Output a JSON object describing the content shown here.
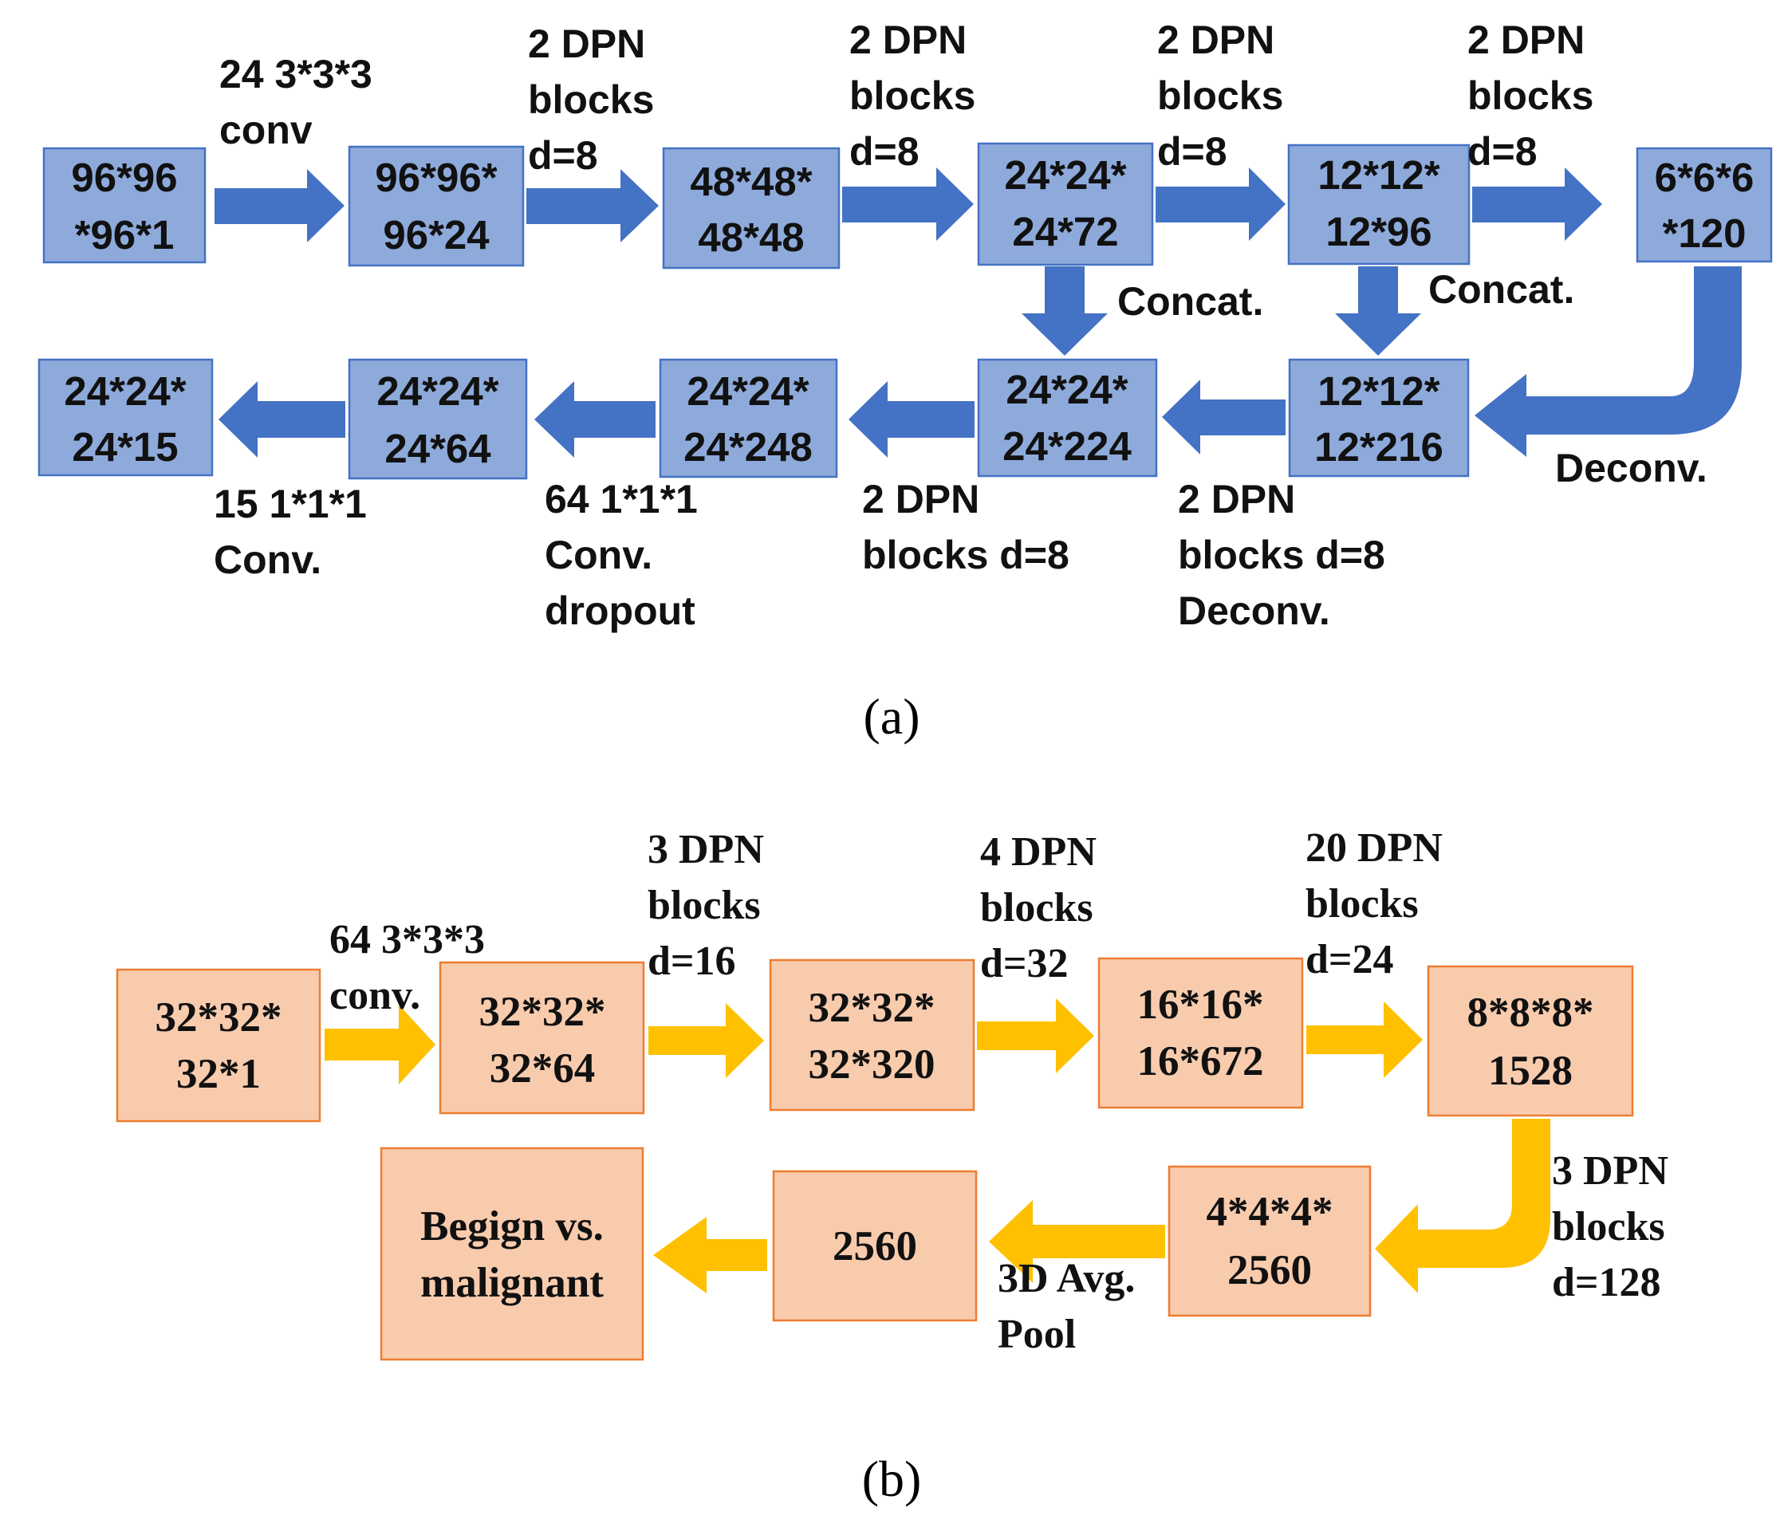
{
  "colors": {
    "panel_a_box_fill": "#8eaadb",
    "panel_a_box_border": "#4472c4",
    "panel_a_arrow": "#4472c4",
    "panel_b_box_fill": "#f8cbad",
    "panel_b_box_border": "#ed7d31",
    "panel_b_arrow": "#ffc000"
  },
  "panel_a": {
    "caption": "(a)",
    "boxes": [
      {
        "line1": "96*96",
        "line2": "*96*1"
      },
      {
        "line1": "96*96*",
        "line2": "96*24"
      },
      {
        "line1": "48*48*",
        "line2": "48*48"
      },
      {
        "line1": "24*24*",
        "line2": "24*72"
      },
      {
        "line1": "12*12*",
        "line2": "12*96"
      },
      {
        "line1": "6*6*6",
        "line2": "*120"
      },
      {
        "line1": "12*12*",
        "line2": "12*216"
      },
      {
        "line1": "24*24*",
        "line2": "24*224"
      },
      {
        "line1": "24*24*",
        "line2": "24*248"
      },
      {
        "line1": "24*24*",
        "line2": "24*64"
      },
      {
        "line1": "24*24*",
        "line2": "24*15"
      }
    ],
    "labels": {
      "conv_l1": "24 3*3*3",
      "conv_l2": "conv",
      "dpn1_l1": "2 DPN",
      "dpn1_l2": "blocks",
      "dpn1_l3": "d=8",
      "dpn2_l1": "2 DPN",
      "dpn2_l2": "blocks",
      "dpn2_l3": "d=8",
      "dpn3_l1": "2 DPN",
      "dpn3_l2": "blocks",
      "dpn3_l3": "d=8",
      "dpn4_l1": "2 DPN",
      "dpn4_l2": "blocks",
      "dpn4_l3": "d=8",
      "concat1": "Concat.",
      "concat2": "Concat.",
      "deconv": "Deconv.",
      "dpn5_l1": "2 DPN",
      "dpn5_l2": "blocks d=8",
      "dpn5_l3": "Deconv.",
      "dpn6_l1": "2 DPN",
      "dpn6_l2": "blocks d=8",
      "conv64_l1": "64 1*1*1",
      "conv64_l2": "Conv.",
      "conv64_l3": "dropout",
      "conv15_l1": "15 1*1*1",
      "conv15_l2": "Conv."
    }
  },
  "panel_b": {
    "caption": "(b)",
    "boxes": [
      {
        "line1": "32*32*",
        "line2": "32*1"
      },
      {
        "line1": "32*32*",
        "line2": "32*64"
      },
      {
        "line1": "32*32*",
        "line2": "32*320"
      },
      {
        "line1": "16*16*",
        "line2": "16*672"
      },
      {
        "line1": "8*8*8*",
        "line2": "1528"
      },
      {
        "line1": "4*4*4*",
        "line2": "2560"
      },
      {
        "line1": "2560",
        "line2": ""
      },
      {
        "line1": "Begign vs.",
        "line2": "malignant"
      }
    ],
    "labels": {
      "conv_l1": "64 3*3*3",
      "conv_l2": "conv.",
      "dpn1_l1": "3 DPN",
      "dpn1_l2": "blocks",
      "dpn1_l3": "d=16",
      "dpn2_l1": "4 DPN",
      "dpn2_l2": "blocks",
      "dpn2_l3": "d=32",
      "dpn3_l1": "20 DPN",
      "dpn3_l2": "blocks",
      "dpn3_l3": "d=24",
      "dpn4_l1": "3 DPN",
      "dpn4_l2": "blocks",
      "dpn4_l3": "d=128",
      "pool_l1": "3D Avg.",
      "pool_l2": "Pool"
    }
  }
}
